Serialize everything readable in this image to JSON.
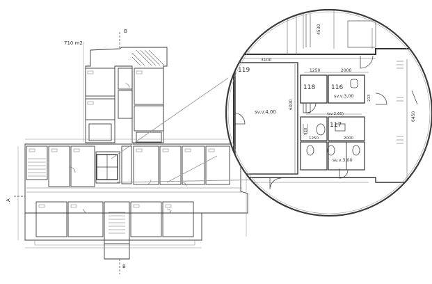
{
  "plan": {
    "area_label": "710 m2",
    "section_mark_top": "B",
    "section_mark_bottom": "B",
    "section_mark_left": "A",
    "colors": {
      "line": "#3a3a3a",
      "light_line": "#8c8c8c",
      "background": "#ffffff"
    }
  },
  "detail": {
    "rooms": [
      {
        "number": "119",
        "label": "sv.v.4,00"
      },
      {
        "number": "118",
        "label": ""
      },
      {
        "number": "116",
        "label": "sv.v.3,00"
      },
      {
        "number": "117",
        "label": ""
      }
    ],
    "extra_labels": {
      "bottom_room": "sv.v.3,00",
      "small_note": "(sv.2,60)"
    },
    "dimensions": {
      "top_main": "3100",
      "top_small_a": "1250",
      "top_small_b": "2000",
      "vertical_left": "6000",
      "vertical_top": "4530",
      "right": "6450",
      "side_small": "920",
      "mid_a": "1250",
      "mid_b": "2000",
      "right_small": "213"
    }
  }
}
